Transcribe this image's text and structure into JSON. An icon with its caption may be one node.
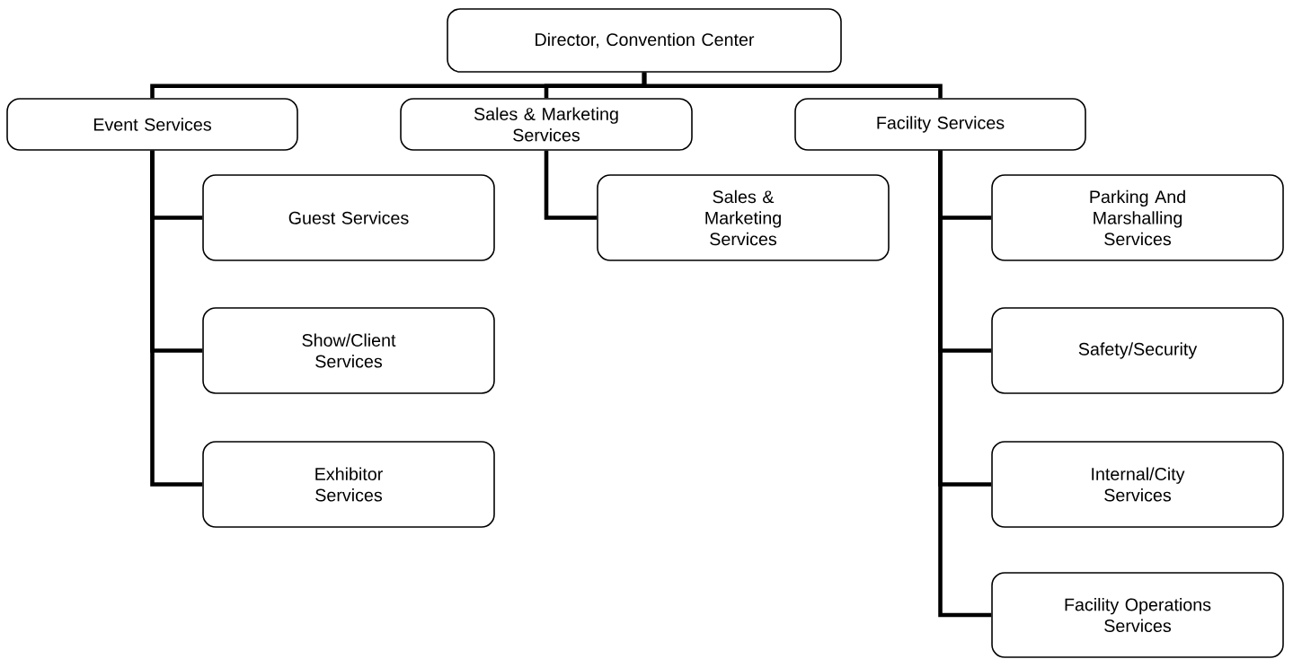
{
  "diagram": {
    "nodes": [
      {
        "text": [
          "Director, Convention Center"
        ]
      },
      {
        "text": [
          "Event Services"
        ]
      },
      {
        "text": [
          "Sales & Marketing Services"
        ]
      },
      {
        "text": [
          "Facility Services"
        ]
      },
      {
        "text": [
          "Guest Services"
        ]
      },
      {
        "text": [
          "Show/Client Services"
        ]
      },
      {
        "text": [
          "Exhibitor Services"
        ]
      },
      {
        "text": [
          "Sales & Marketing Services"
        ]
      },
      {
        "text": [
          "Parking And Marshalling Services"
        ]
      },
      {
        "text": [
          "Safety/Security"
        ]
      },
      {
        "text": [
          "Internal/City Services"
        ]
      },
      {
        "text": [
          "Facility Operations Services"
        ]
      }
    ],
    "edges": [
      {
        "from": 0,
        "to": 1,
        "arrow": "none"
      },
      {
        "from": 0,
        "to": 2,
        "arrow": "none"
      },
      {
        "from": 0,
        "to": 3,
        "arrow": "none"
      },
      {
        "from": 1,
        "to": 4,
        "arrow": "none"
      },
      {
        "from": 1,
        "to": 5,
        "arrow": "none"
      },
      {
        "from": 1,
        "to": 6,
        "arrow": "none"
      },
      {
        "from": 2,
        "to": 7,
        "arrow": "none"
      },
      {
        "from": 3,
        "to": 8,
        "arrow": "none"
      },
      {
        "from": 3,
        "to": 9,
        "arrow": "none"
      },
      {
        "from": 3,
        "to": 10,
        "arrow": "none"
      },
      {
        "from": 3,
        "to": 11,
        "arrow": "none"
      }
    ]
  }
}
